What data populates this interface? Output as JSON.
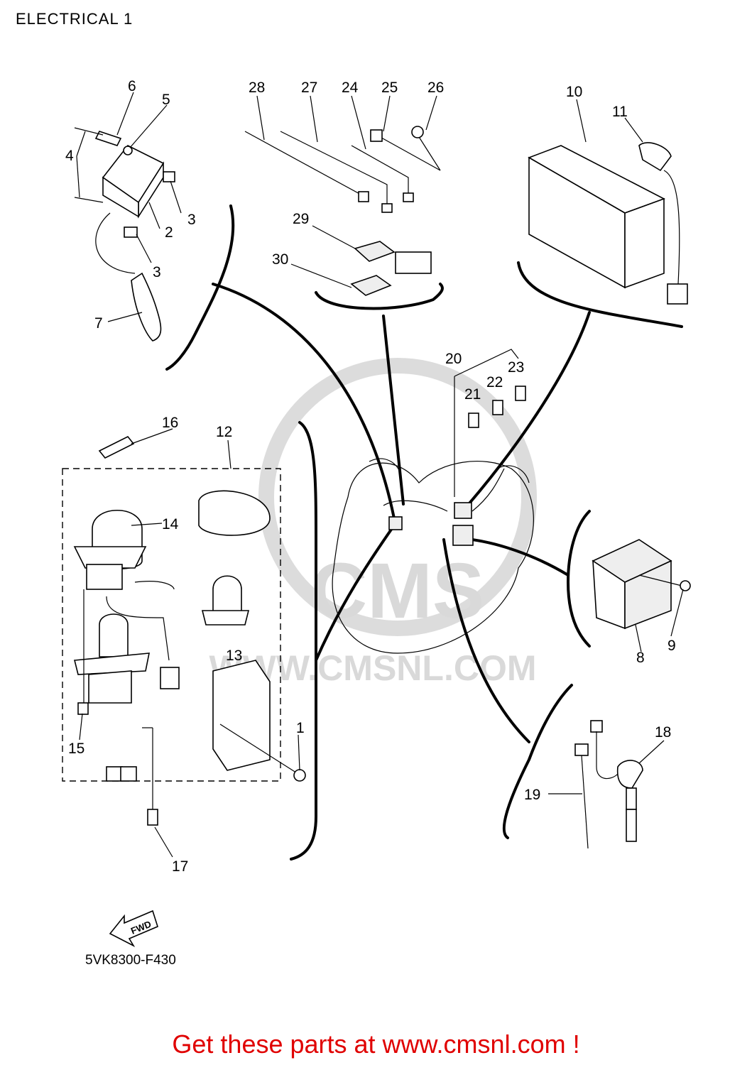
{
  "page": {
    "title": "ELECTRICAL 1"
  },
  "watermark": {
    "text": "WWW.CMSNL.COM",
    "logo_text": "CMS"
  },
  "diagram": {
    "part_code": "5VK8300-F430",
    "direction_arrow": "FWD",
    "callouts": [
      "1",
      "2",
      "3",
      "3",
      "4",
      "5",
      "6",
      "7",
      "8",
      "9",
      "10",
      "11",
      "12",
      "13",
      "14",
      "15",
      "16",
      "17",
      "18",
      "19",
      "20",
      "21",
      "22",
      "23",
      "24",
      "25",
      "26",
      "27",
      "28",
      "29",
      "30"
    ]
  },
  "footer": {
    "cta_text": "Get these parts at www.cmsnl.com !",
    "cta_color": "#e00000"
  }
}
